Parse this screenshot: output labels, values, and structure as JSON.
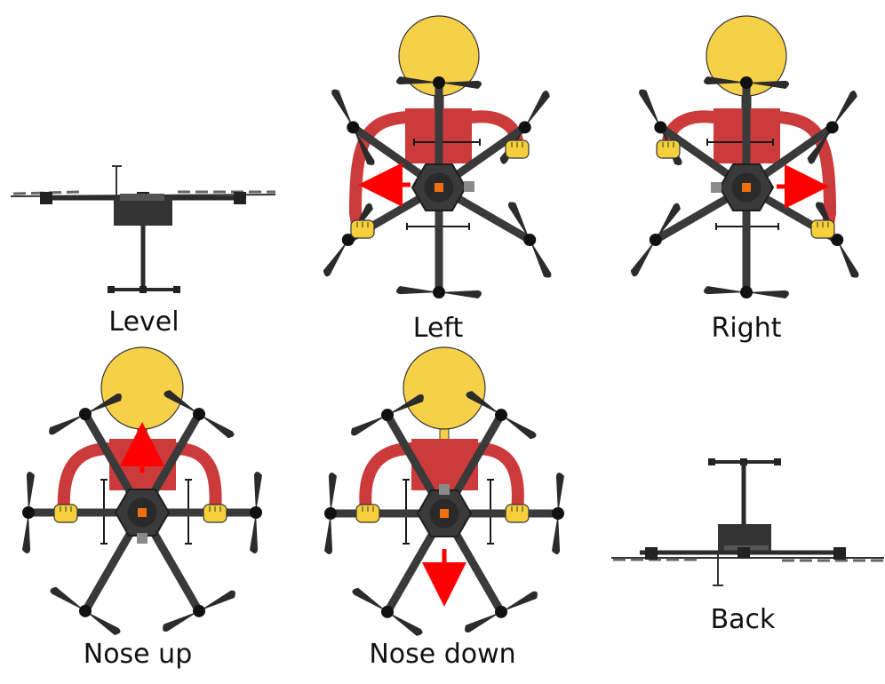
{
  "panels": [
    {
      "id": "level",
      "label": "Level"
    },
    {
      "id": "left",
      "label": "Left"
    },
    {
      "id": "right",
      "label": "Right"
    },
    {
      "id": "nose_up",
      "label": "Nose up"
    },
    {
      "id": "nose_down",
      "label": "Nose down"
    },
    {
      "id": "back",
      "label": "Back"
    }
  ],
  "colors": {
    "head_fill": "#f7d04a",
    "body_fill": "#cc3b3b",
    "arm_stroke": "#cc3b3b",
    "hand_fill": "#f5cf3c",
    "drone_dark": "#2b2b2b",
    "drone_hub": "#3a3a3a",
    "center_dot": "#f07010",
    "arrow": "#ff0000",
    "side_view_dark": "#333333"
  }
}
